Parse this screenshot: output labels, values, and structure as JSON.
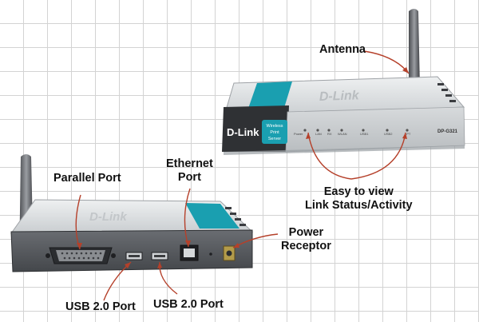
{
  "labels": {
    "antenna": "Antenna",
    "parallel_port": "Parallel Port",
    "ethernet_port_line1": "Ethernet",
    "ethernet_port_line2": "Port",
    "easy_view_line1": "Easy to view",
    "easy_view_line2": "Link Status/Activity",
    "power_receptor_line1": "Power",
    "power_receptor_line2": "Receptor",
    "usb_port_left": "USB 2.0 Port",
    "usb_port_right": "USB 2.0 Port"
  },
  "device_front": {
    "brand": "D-Link",
    "badge": "Wireless Print Server",
    "model": "DP-G321",
    "indicators": [
      "Power",
      "LAN",
      "RX",
      "WLAN",
      "USB1",
      "USB2",
      "LPT"
    ]
  },
  "colors": {
    "arrow": "#b5402a",
    "teal_badge": "#1a9fb0",
    "body_dark": "#3a3c40",
    "body_light": "#dfe2e4"
  }
}
